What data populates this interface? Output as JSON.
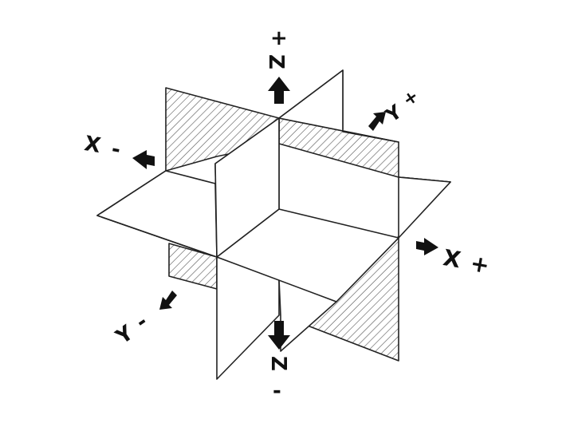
{
  "axes": {
    "z_plus": {
      "label": "Z",
      "sign": "+"
    },
    "z_minus": {
      "label": "Z",
      "sign": "-"
    },
    "x_plus": {
      "label": "X",
      "sign": "+"
    },
    "x_minus": {
      "label": "X",
      "sign": "-"
    },
    "y_plus": {
      "label": "Y",
      "sign": "+"
    },
    "y_minus": {
      "label": "Y",
      "sign": "-"
    }
  },
  "colors": {
    "line": "#222222",
    "hatch": "#555555",
    "background": "#ffffff"
  },
  "icons": [
    "up-arrow-icon",
    "down-arrow-icon",
    "left-arrow-icon",
    "right-arrow-icon",
    "diagonal-up-arrow-icon",
    "diagonal-down-arrow-icon"
  ]
}
